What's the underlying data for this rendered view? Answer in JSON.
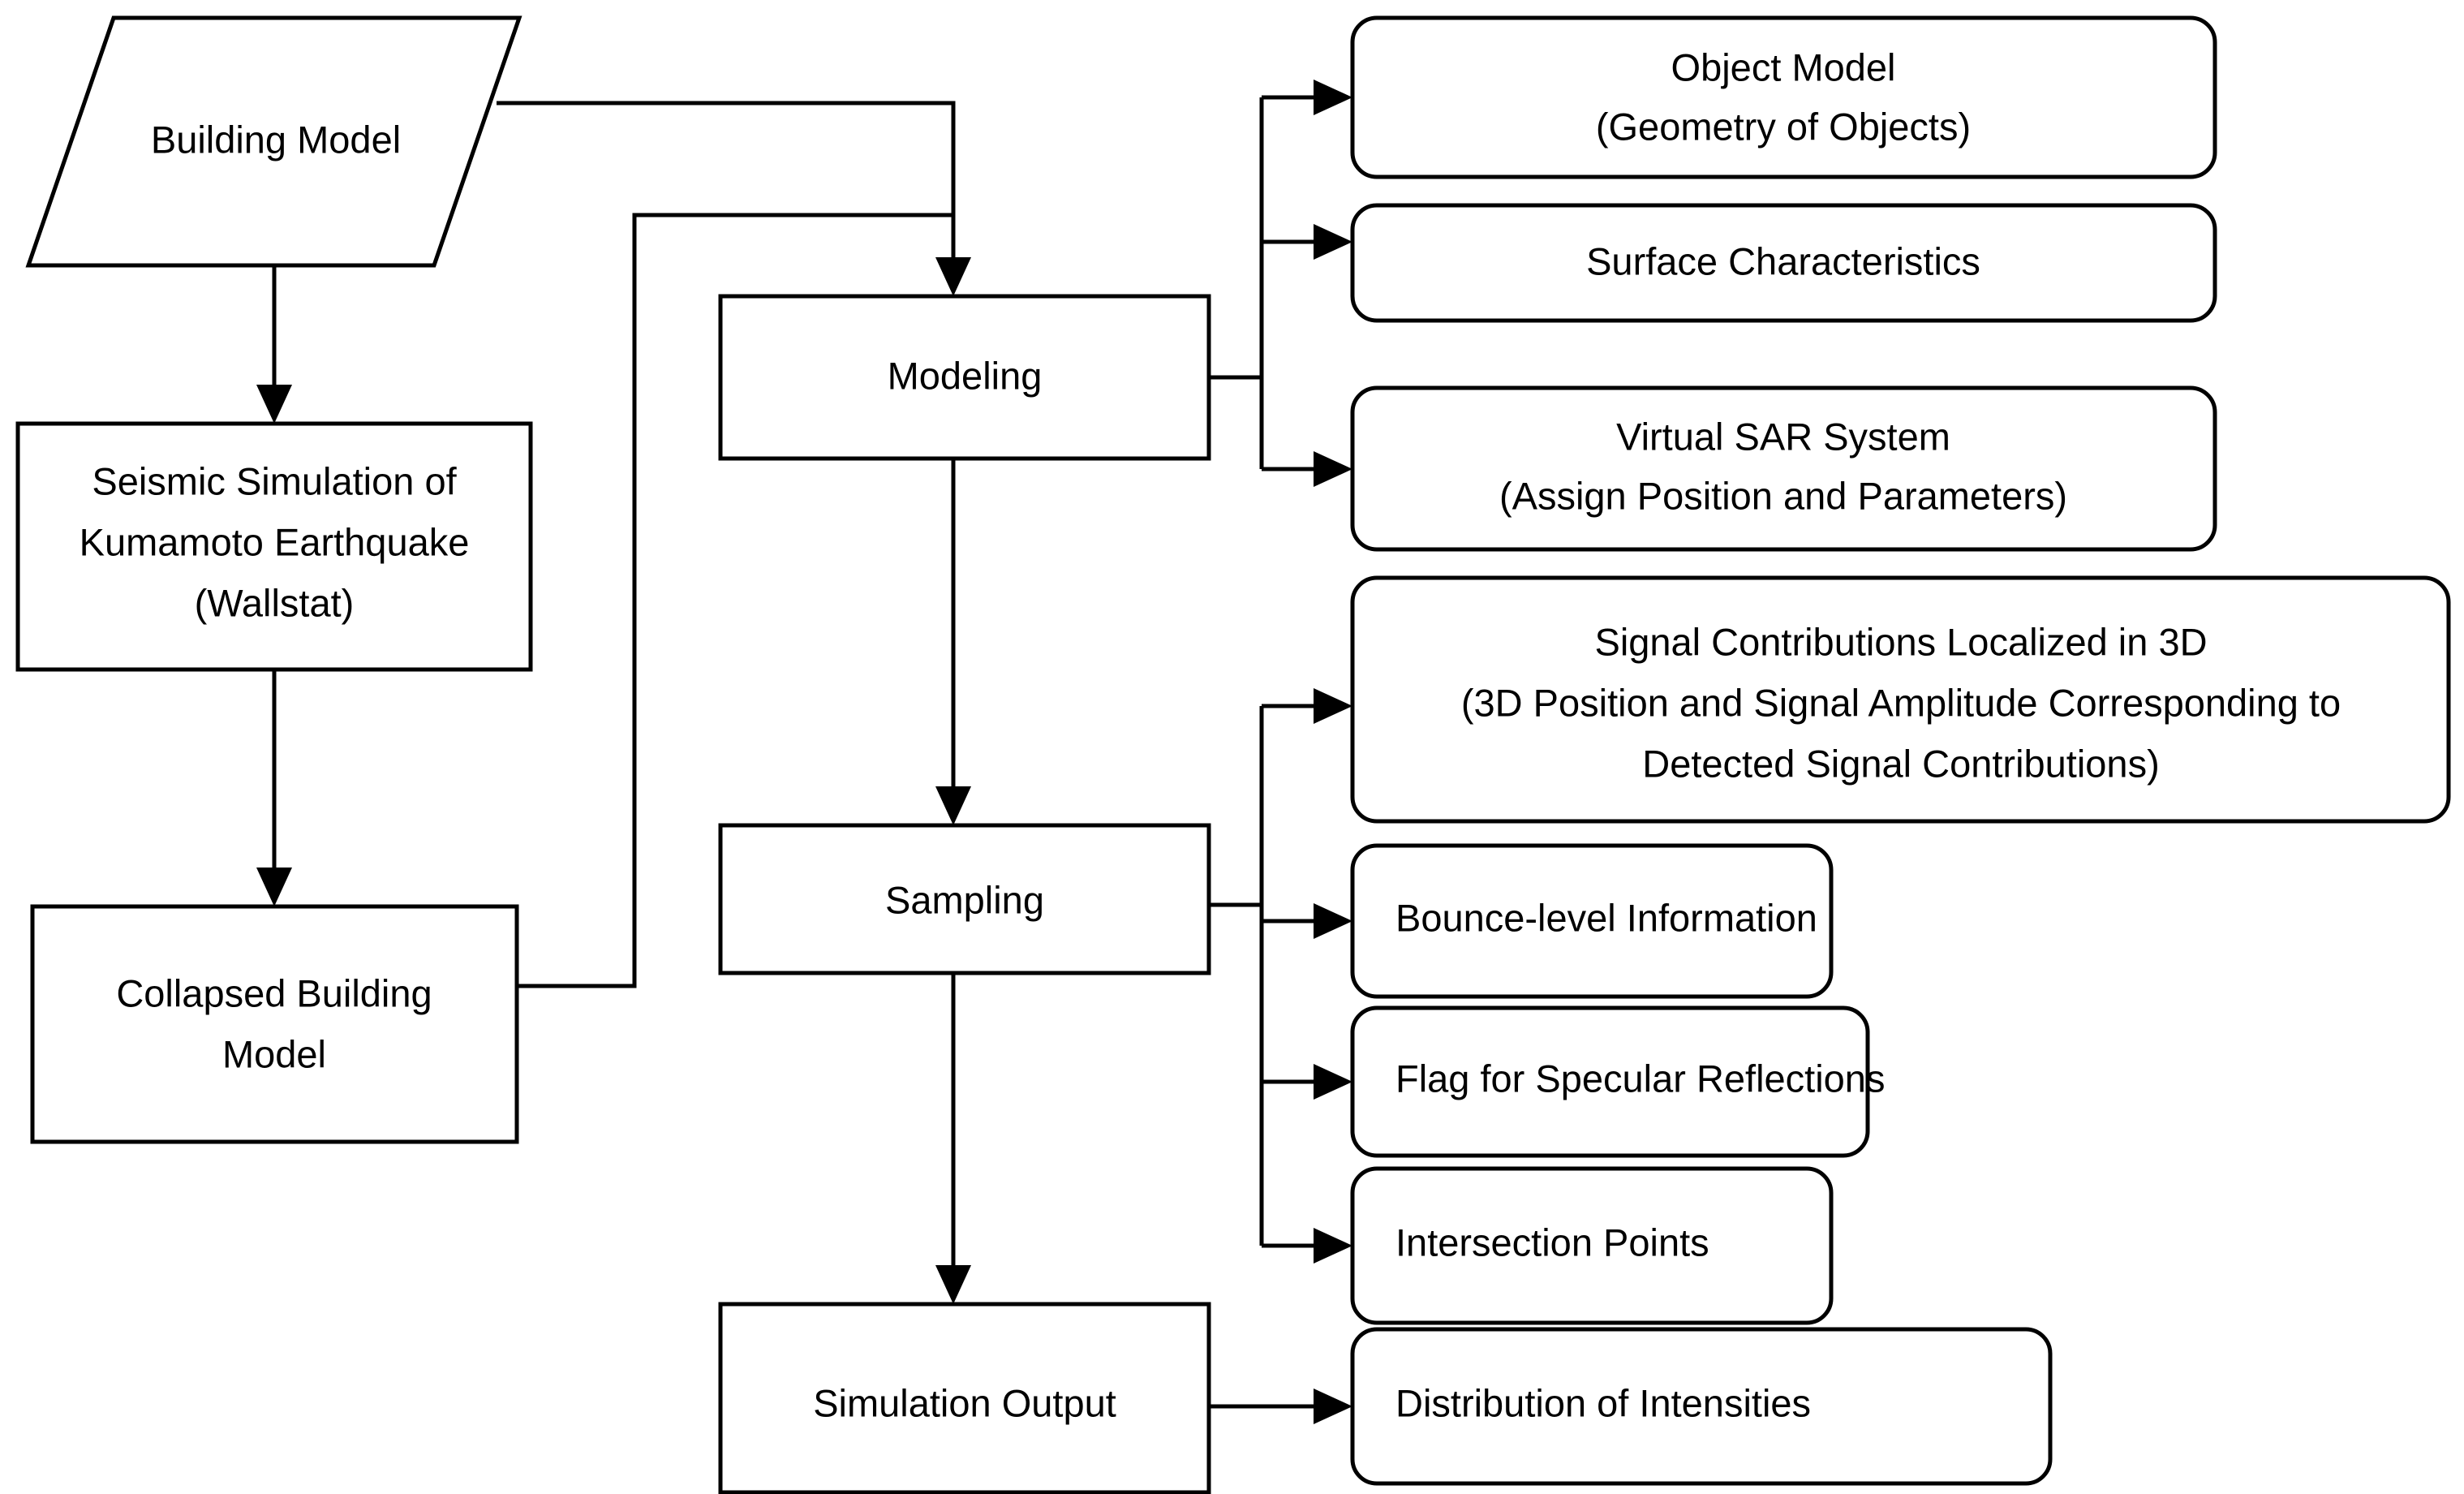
{
  "diagram": {
    "title": "SAR Simulation Workflow Flowchart",
    "background_color": "#ffffff",
    "stroke_color": "#000000",
    "text_color": "#000000"
  },
  "nodes": {
    "building_model": {
      "label": "Building Model",
      "shape": "parallelogram"
    },
    "seismic_simulation": {
      "line1": "Seismic Simulation of",
      "line2": "Kumamoto Earthquake",
      "line3": "(Wallstat)",
      "shape": "rectangle"
    },
    "collapsed_building_model": {
      "line1": "Collapsed Building",
      "line2": "Model",
      "shape": "rectangle"
    },
    "modeling": {
      "label": "Modeling",
      "shape": "rectangle"
    },
    "sampling": {
      "label": "Sampling",
      "shape": "rectangle"
    },
    "simulation_output": {
      "label": "Simulation Output",
      "shape": "rectangle"
    },
    "object_model": {
      "line1": "Object Model",
      "line2": "(Geometry of Objects)",
      "shape": "rounded-rectangle"
    },
    "surface_characteristics": {
      "label": "Surface Characteristics",
      "shape": "rounded-rectangle"
    },
    "virtual_sar_system": {
      "line1": "Virtual SAR System",
      "line2": "(Assign Position and Parameters)",
      "shape": "rounded-rectangle"
    },
    "signal_contributions": {
      "line1": "Signal Contributions Localized in 3D",
      "line2": "(3D Position and Signal Amplitude Corresponding to",
      "line3": "Detected Signal Contributions)",
      "shape": "rounded-rectangle"
    },
    "bounce_level_information": {
      "label": "Bounce-level Information",
      "shape": "rounded-rectangle"
    },
    "flag_specular_reflections": {
      "label": "Flag for Specular Reflections",
      "shape": "rounded-rectangle"
    },
    "intersection_points": {
      "label": "Intersection Points",
      "shape": "rounded-rectangle"
    },
    "distribution_of_intensities": {
      "label": "Distribution of Intensities",
      "shape": "rounded-rectangle"
    }
  },
  "edges": [
    {
      "from": "building_model",
      "to": "seismic_simulation",
      "arrow": true
    },
    {
      "from": "seismic_simulation",
      "to": "collapsed_building_model",
      "arrow": true
    },
    {
      "from": "building_model",
      "to": "modeling",
      "arrow": true
    },
    {
      "from": "collapsed_building_model",
      "to": "modeling",
      "arrow": true
    },
    {
      "from": "modeling",
      "to": "sampling",
      "arrow": true
    },
    {
      "from": "sampling",
      "to": "simulation_output",
      "arrow": true
    },
    {
      "from": "modeling",
      "to": "object_model",
      "arrow": true
    },
    {
      "from": "modeling",
      "to": "surface_characteristics",
      "arrow": true
    },
    {
      "from": "modeling",
      "to": "virtual_sar_system",
      "arrow": true
    },
    {
      "from": "sampling",
      "to": "signal_contributions",
      "arrow": true
    },
    {
      "from": "sampling",
      "to": "bounce_level_information",
      "arrow": true
    },
    {
      "from": "sampling",
      "to": "flag_specular_reflections",
      "arrow": true
    },
    {
      "from": "sampling",
      "to": "intersection_points",
      "arrow": true
    },
    {
      "from": "simulation_output",
      "to": "distribution_of_intensities",
      "arrow": true
    }
  ]
}
